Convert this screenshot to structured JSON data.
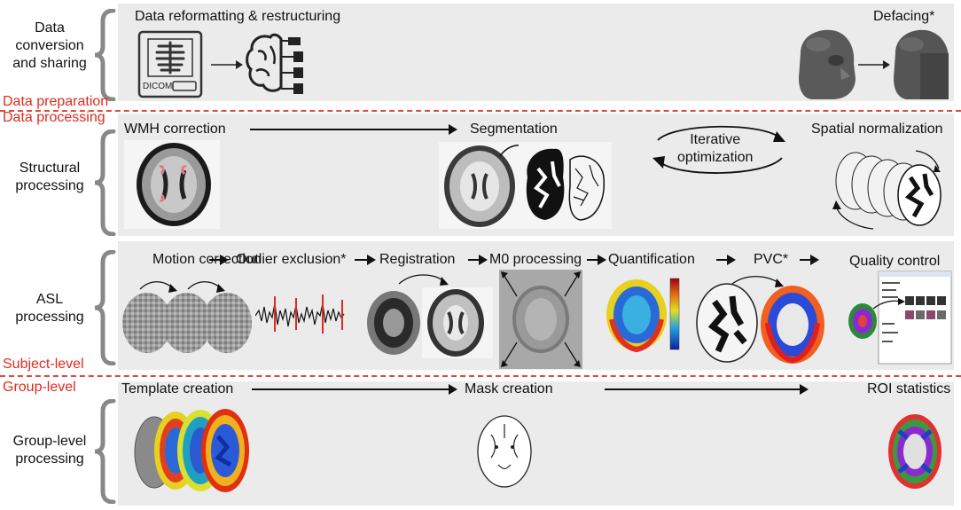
{
  "rows": {
    "conversion": "Data\nconversion\nand sharing",
    "structural": "Structural\nprocessing",
    "asl": "ASL\nprocessing",
    "group": "Group-level\nprocessing"
  },
  "separators": {
    "data_preparation": "Data preparation",
    "data_processing": "Data processing",
    "subject_level": "Subject-level",
    "group_level": "Group-level"
  },
  "steps": {
    "reformatting": "Data reformatting & restructuring",
    "defacing": "Defacing*",
    "dicom": "DICOM",
    "wmh": "WMH correction",
    "segmentation": "Segmentation",
    "iterative": "Iterative\noptimization",
    "spatial": "Spatial normalization",
    "motion": "Motion\ncorrection",
    "outlier": "Outlier exclusion*",
    "registration": "Registration",
    "m0": "M0 processing",
    "quant": "Quantification",
    "pvc": "PVC*",
    "qc": "Quality control",
    "template": "Template creation",
    "mask": "Mask creation",
    "roi": "ROI statistics"
  },
  "colors": {
    "panel": "#ebebeb",
    "separator": "#e04a3a",
    "brace": "#888888",
    "accent_red": "#e02a1f"
  },
  "icons": {
    "dicom": "dicom-document-icon",
    "brain_folder": "brain-folder-icon"
  }
}
